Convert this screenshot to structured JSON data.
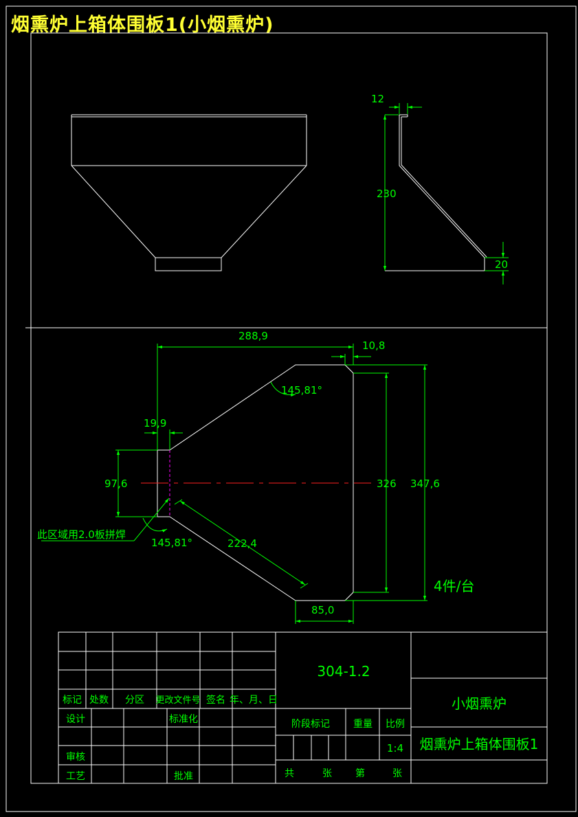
{
  "title": "烟熏炉上箱体围板1(小烟熏炉)",
  "colors": {
    "frame": "#ffffff",
    "dimension": "#00ff00",
    "centerline": "#ff2020",
    "weld_line": "#ff00ff",
    "title_text": "#ffff33"
  },
  "side_view": {
    "dim_top": "12",
    "dim_height": "230",
    "dim_bottom": "20"
  },
  "flat_pattern": {
    "dim_overall_width": "288,9",
    "dim_top_offset": "10,8",
    "dim_left_strip": "19,9",
    "dim_left_height": "97,6",
    "dim_inner_height": "326",
    "dim_outer_height": "347,6",
    "angle_top": "145,81°",
    "angle_bottom": "145,81°",
    "dim_diagonal": "222,4",
    "dim_bottom_width": "85,0",
    "weld_note": "此区域用2.0板拼焊",
    "quantity_note": "4件/台"
  },
  "title_block": {
    "drawing_number": "304-1.2",
    "product_name": "小烟熏炉",
    "part_name": "烟熏炉上箱体围板1",
    "revision_headers": [
      "标记",
      "处数",
      "分区",
      "更改文件号",
      "签名",
      "年、月、日"
    ],
    "role_design": "设计",
    "role_standard": "标准化",
    "role_review": "审核",
    "role_process": "工艺",
    "role_approve": "批准",
    "stage_label": "阶段标记",
    "weight_label": "重量",
    "scale_label": "比例",
    "scale_value": "1:4",
    "sheet_total": "共",
    "sheet_unit_1": "张",
    "sheet_index": "第",
    "sheet_unit_2": "张"
  }
}
